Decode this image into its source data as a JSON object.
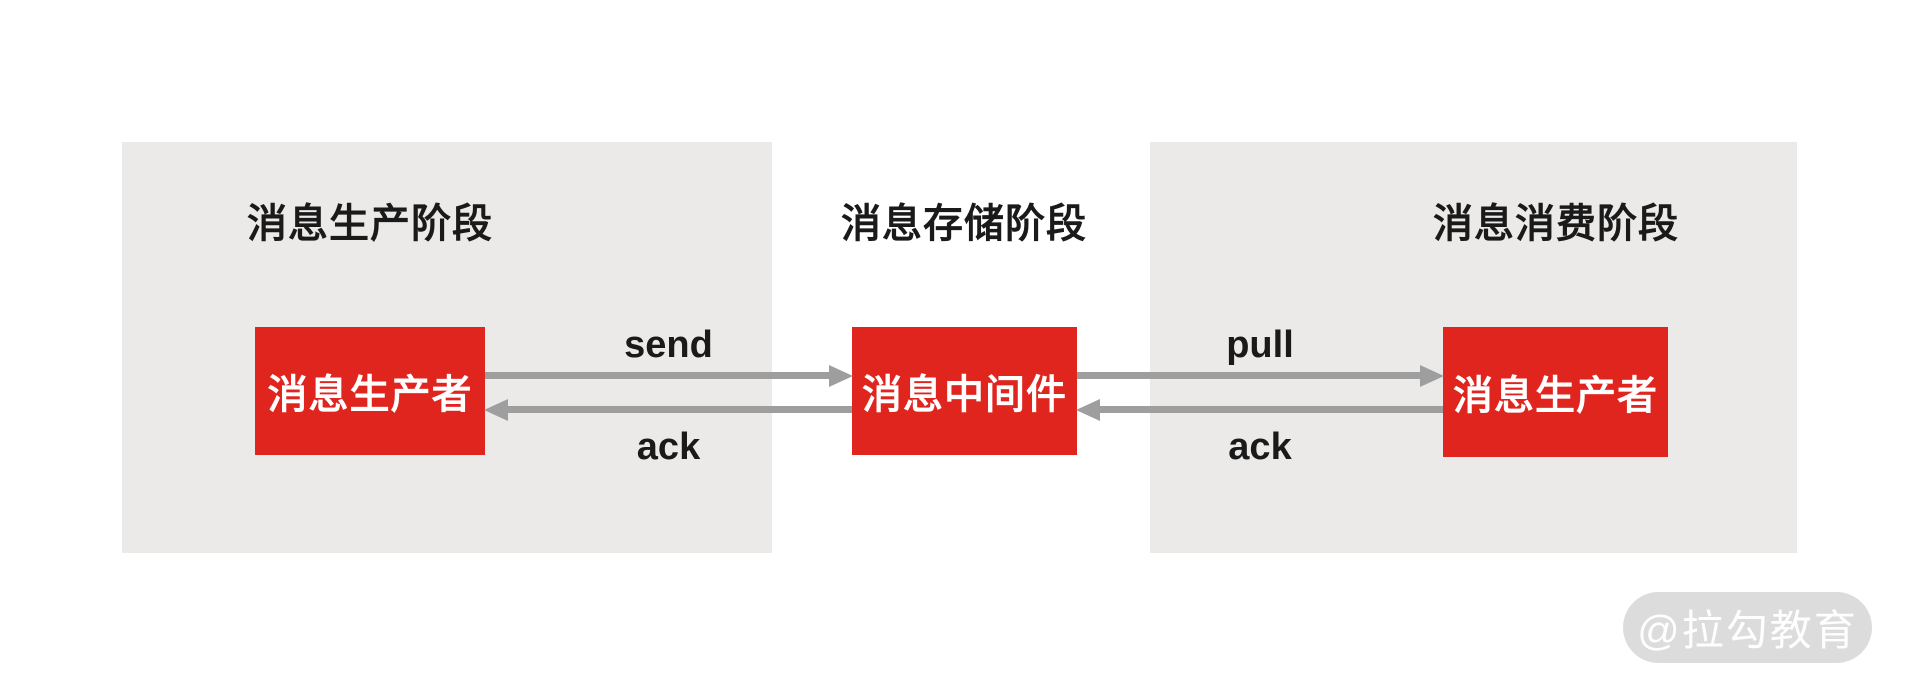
{
  "diagram": {
    "stages": [
      {
        "title": "消息生产阶段",
        "node": "消息生产者"
      },
      {
        "title": "消息存储阶段",
        "node": "消息中间件"
      },
      {
        "title": "消息消费阶段",
        "node": "消息生产者"
      }
    ],
    "arrows": [
      {
        "label": "send",
        "direction": "right",
        "from": "消息生产者",
        "to": "消息中间件"
      },
      {
        "label": "ack",
        "direction": "left",
        "from": "消息中间件",
        "to": "消息生产者"
      },
      {
        "label": "pull",
        "direction": "right",
        "from": "消息中间件",
        "to": "消息生产者"
      },
      {
        "label": "ack",
        "direction": "left",
        "from": "消息生产者",
        "to": "消息中间件"
      }
    ],
    "colors": {
      "background": "#FFFFFF",
      "panel": "#ECEAE8",
      "node": "#E0251F",
      "node_text": "#FFFFFF",
      "arrow": "#9E9E9E",
      "text": "#1A1A1A",
      "watermark_pill": "#DCDCDC",
      "watermark_text": "#FFFFFF"
    },
    "watermark": "@拉勾教育"
  }
}
